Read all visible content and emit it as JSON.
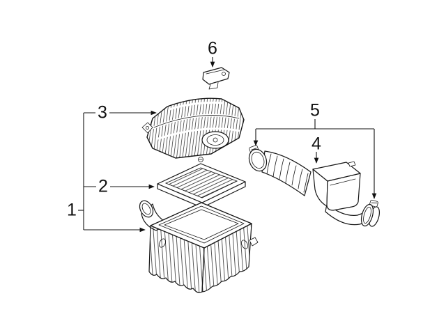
{
  "figure": {
    "kind": "exploded-parts-diagram",
    "background_color": "#ffffff",
    "line_color": "#161616",
    "callouts": [
      {
        "text": "1"
      },
      {
        "text": "2"
      },
      {
        "text": "3"
      },
      {
        "text": "4"
      },
      {
        "text": "5"
      },
      {
        "text": "6"
      }
    ]
  }
}
